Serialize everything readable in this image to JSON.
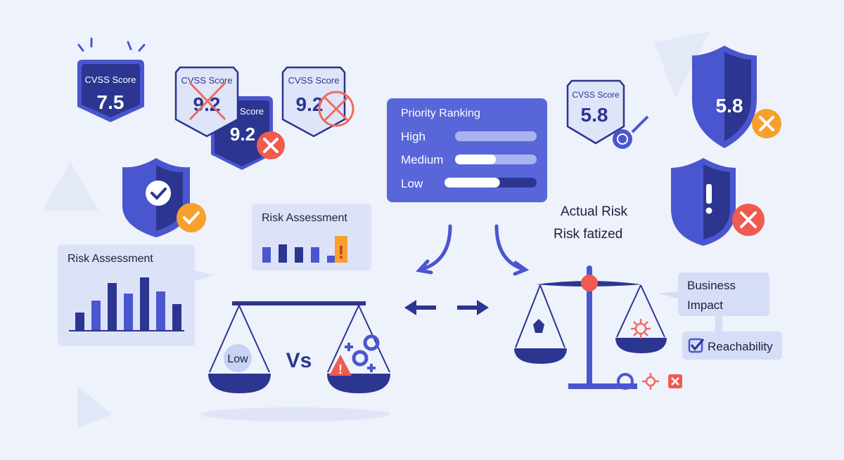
{
  "colors": {
    "navy": "#2c3590",
    "blue": "#4a56cf",
    "light": "#dde4f8",
    "red": "#f05a4f",
    "orange": "#f7a02c",
    "panel": "#5866d9"
  },
  "badges": [
    {
      "label": "CVSS Score",
      "value": "7.5",
      "style": "dark"
    },
    {
      "label": "CVSS Score",
      "value": "9.2",
      "style": "light-crossed"
    },
    {
      "label": "Score",
      "value": "9.2",
      "style": "dark"
    },
    {
      "label": "CVSS Score",
      "value": "9.2",
      "style": "light-circle-x"
    },
    {
      "label": "CVSS Score",
      "value": "5.8",
      "style": "light"
    }
  ],
  "shield_score": "5.8",
  "risk_assessment_left": {
    "title": "Risk Assessment",
    "values": [
      25,
      42,
      67,
      52,
      75,
      55,
      37
    ]
  },
  "risk_assessment_mid": {
    "title": "Risk Assessment",
    "values": [
      22,
      26,
      22,
      22,
      10
    ],
    "alert": "!"
  },
  "priority": {
    "title": "Priority Ranking",
    "rows": [
      {
        "label": "High",
        "level": 0
      },
      {
        "label": "Medium",
        "level": 0.5
      },
      {
        "label": "Low",
        "level": 0.6
      }
    ]
  },
  "scale_left": {
    "pan_label": "Low",
    "vs": "Vs"
  },
  "actual_risk": {
    "line1": "Actual Risk",
    "line2": "Risk fatized"
  },
  "business_impact": "Business Impact",
  "business_impact_l1": "Business",
  "business_impact_l2": "Impact",
  "reachability": "Reachability"
}
